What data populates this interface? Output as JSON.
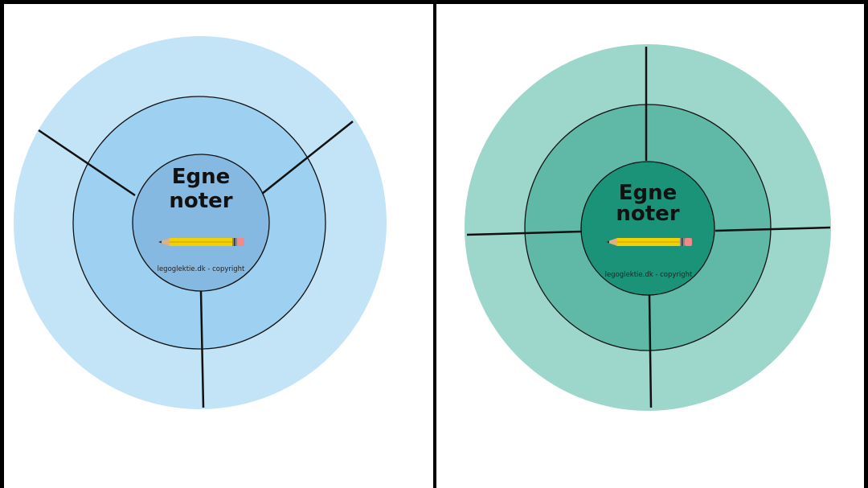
{
  "left_wheel": {
    "title_line1": "Egne",
    "title_line2": "noter",
    "copyright": "legoglektie.dk - copyright",
    "sections": 3,
    "colors": {
      "outer": "#c3e3f7",
      "middle": "#9dd0f1",
      "inner": "#86b9e2"
    }
  },
  "right_wheel": {
    "title_line1": "Egne",
    "title_line2": "noter",
    "copyright": "legoglektie.dk - copyright",
    "sections": 4,
    "colors": {
      "outer": "#9dd6cb",
      "middle": "#5fb9a6",
      "inner": "#1a9379"
    }
  }
}
